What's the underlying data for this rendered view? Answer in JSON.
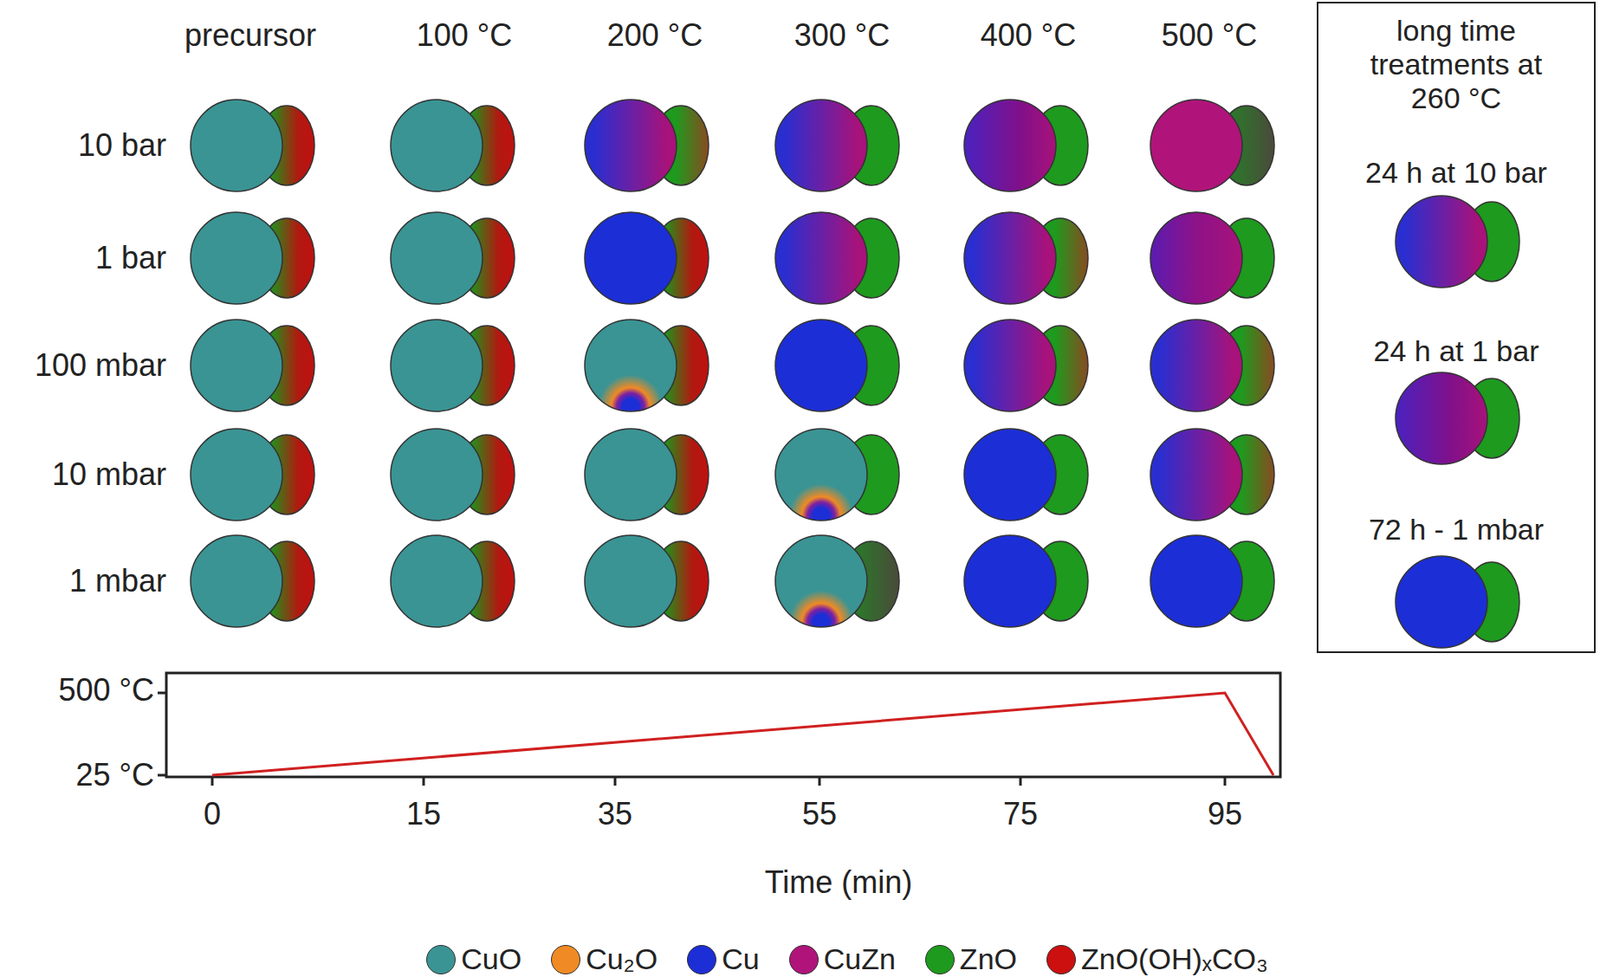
{
  "diagram": {
    "nodes": [
      {
        "text": [
          "long time treatments at 260 °C",
          "24 h at 10 bar",
          "24 h at 1 bar",
          "72 h - 1 mbar"
        ]
      }
    ],
    "labels": [
      "precursor",
      "100 °C",
      "200 °C",
      "300 °C",
      "400 °C",
      "500 °C",
      "10 bar",
      "1 bar",
      "100 mbar",
      "10 mbar",
      "1 mbar",
      "500 °C",
      "25 °C",
      "0",
      "15",
      "35",
      "55",
      "75",
      "95",
      "Time (min)"
    ],
    "legend": [
      {
        "text": "CuO",
        "color": "#3a9494"
      },
      {
        "text": "Cu₂O",
        "color": "#f08a24"
      },
      {
        "text": "Cu",
        "color": "#1c2ed6"
      },
      {
        "text": "CuZn",
        "color": "#b0147a"
      },
      {
        "text": "ZnO",
        "color": "#1e9a1e"
      },
      {
        "text": "ZnO(OH)ₓCO₃",
        "color": "#cc1010"
      }
    ]
  }
}
